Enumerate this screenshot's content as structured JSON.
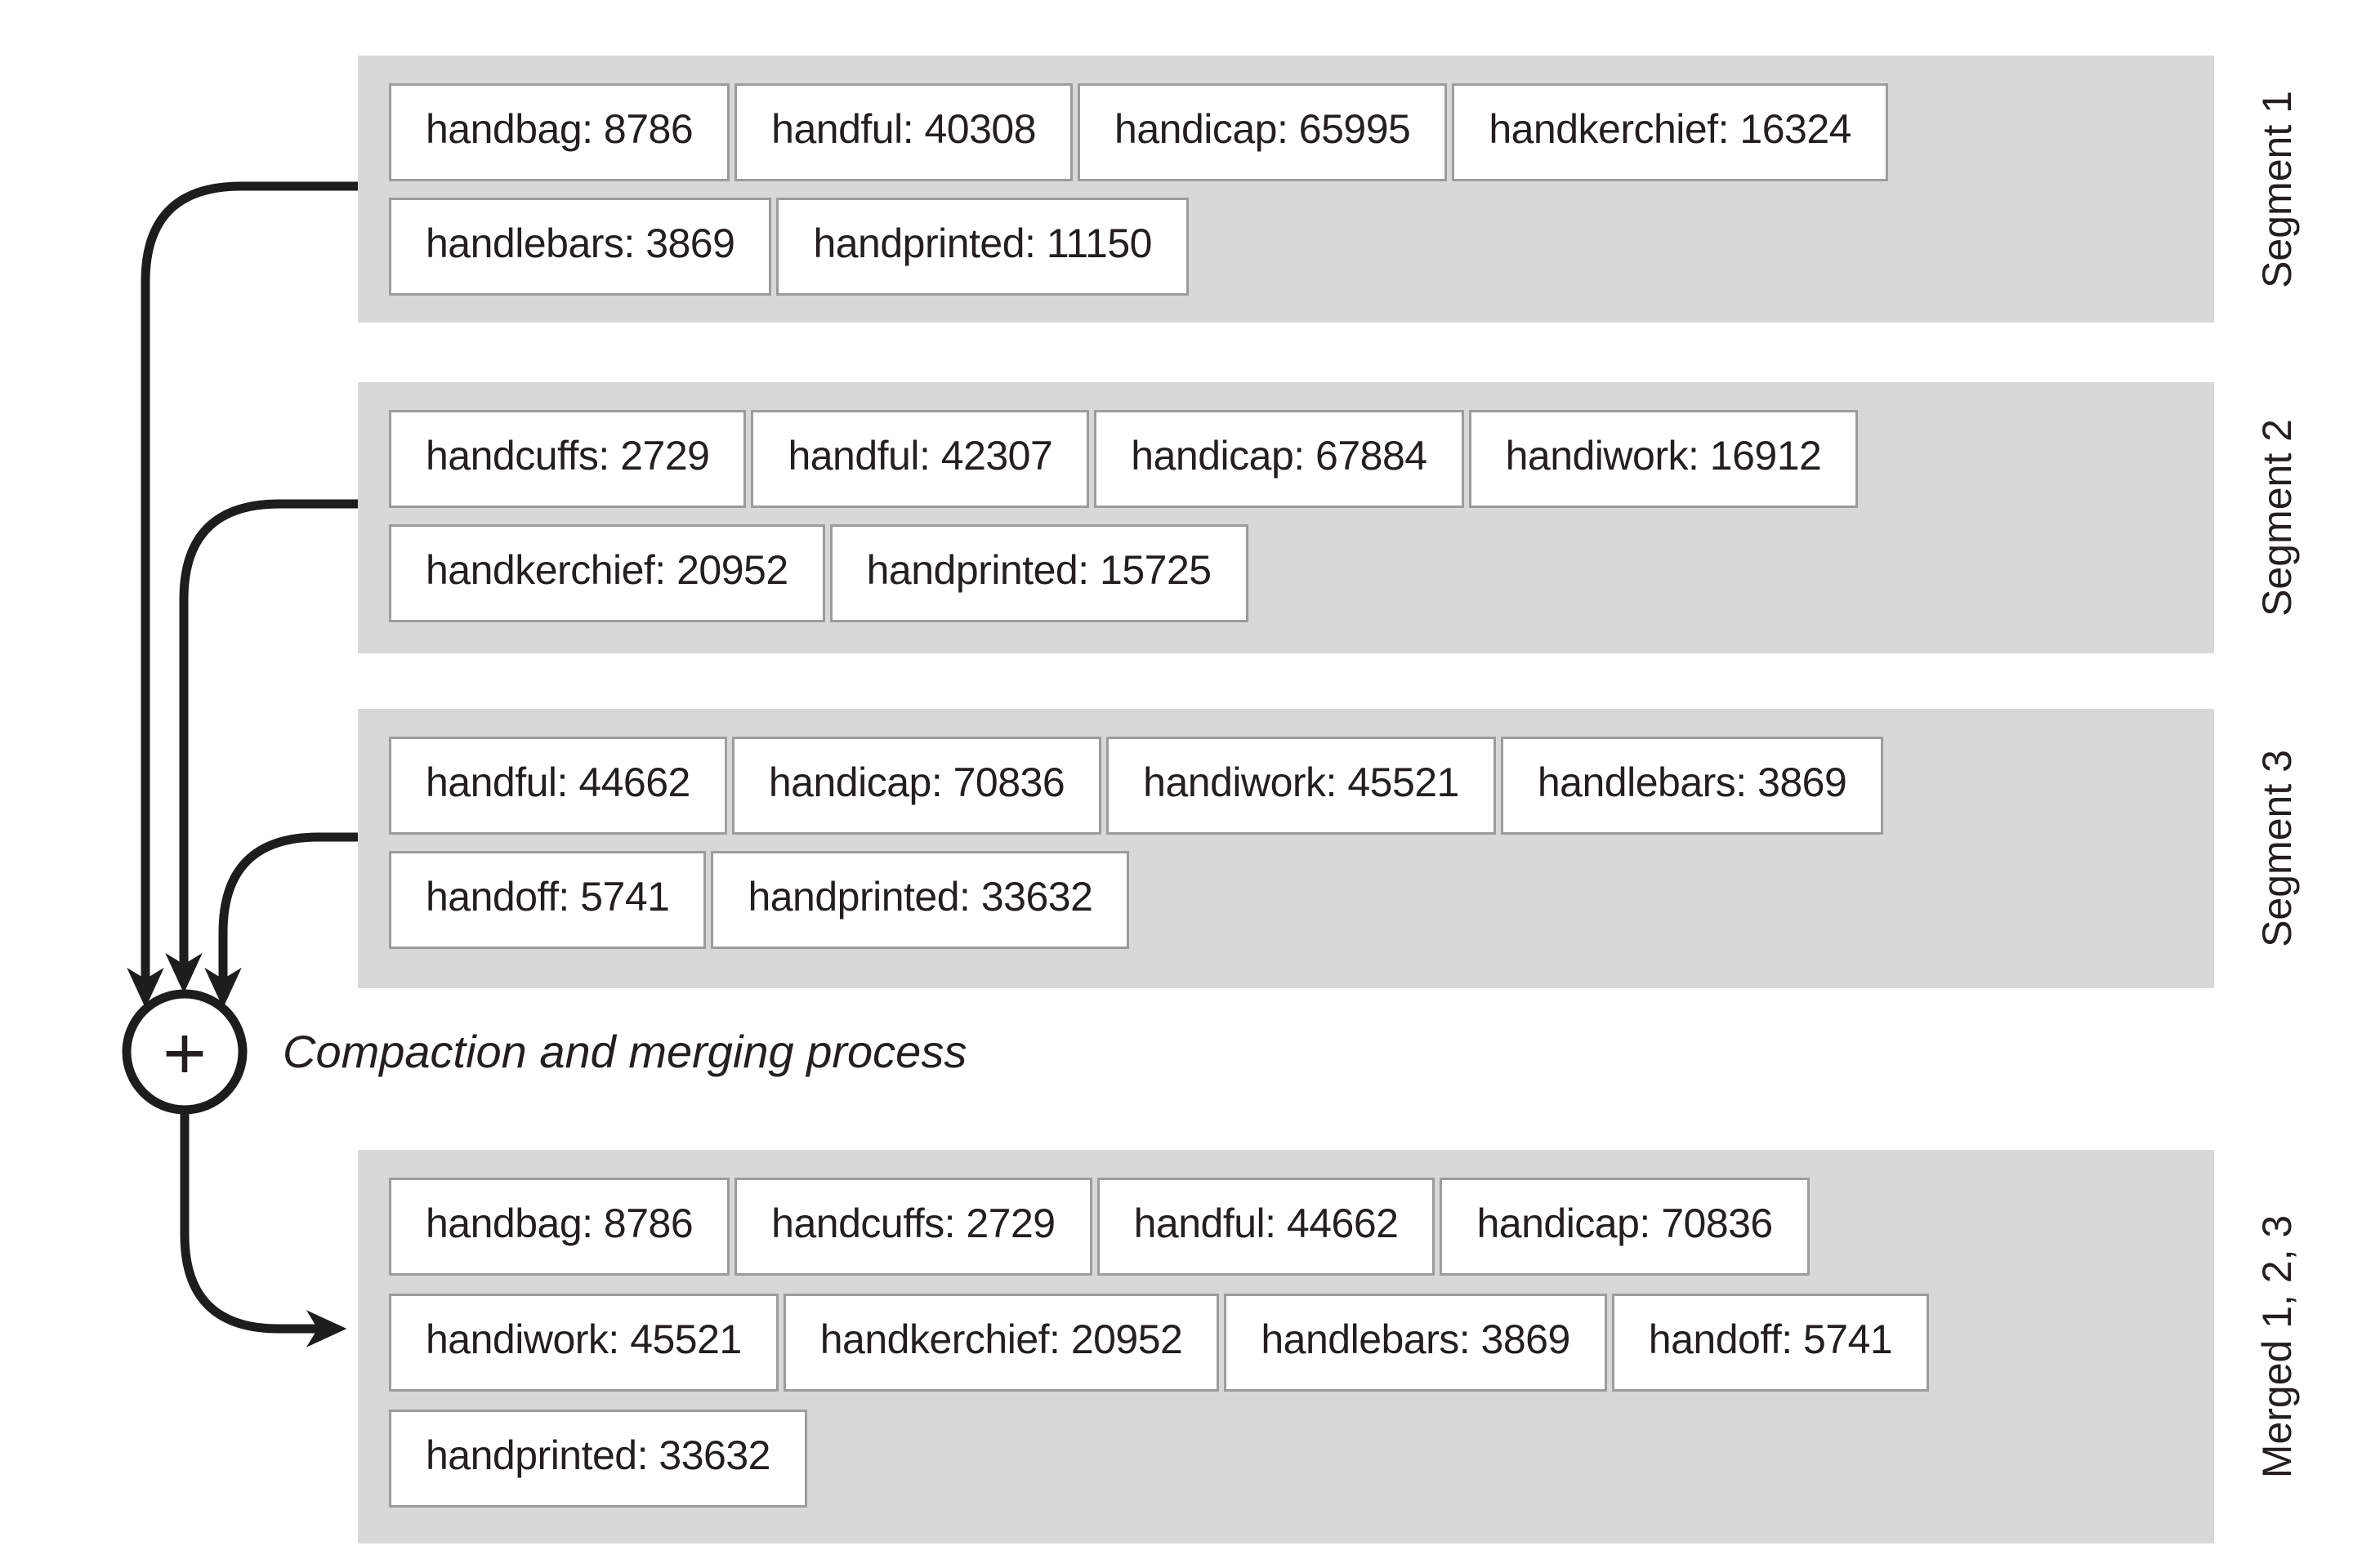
{
  "figure": {
    "colors": {
      "panel_bg": "#d8d8d8",
      "box_bg": "#ffffff",
      "box_border": "#9c9c9c",
      "ink": "#231f20",
      "arrow": "#1d1d1b"
    },
    "merge_node": {
      "symbol": "+",
      "label": "Compaction and merging process"
    },
    "panels": [
      {
        "side_label": "Segment 1",
        "rows": [
          [
            "handbag: 8786",
            "handful: 40308",
            "handicap: 65995",
            "handkerchief: 16324"
          ],
          [
            "handlebars: 3869",
            "handprinted: 11150"
          ]
        ]
      },
      {
        "side_label": "Segment 2",
        "rows": [
          [
            "handcuffs: 2729",
            "handful: 42307",
            "handicap: 67884",
            "handiwork: 16912"
          ],
          [
            "handkerchief: 20952",
            "handprinted: 15725"
          ]
        ]
      },
      {
        "side_label": "Segment 3",
        "rows": [
          [
            "handful: 44662",
            "handicap: 70836",
            "handiwork: 45521",
            "handlebars: 3869"
          ],
          [
            "handoff: 5741",
            "handprinted: 33632"
          ]
        ]
      },
      {
        "side_label": "Merged 1, 2, 3",
        "rows": [
          [
            "handbag: 8786",
            "handcuffs: 2729",
            "handful: 44662",
            "handicap: 70836"
          ],
          [
            "handiwork: 45521",
            "handkerchief: 20952",
            "handlebars: 3869",
            "handoff: 5741"
          ],
          [
            "handprinted: 33632"
          ]
        ]
      }
    ]
  }
}
